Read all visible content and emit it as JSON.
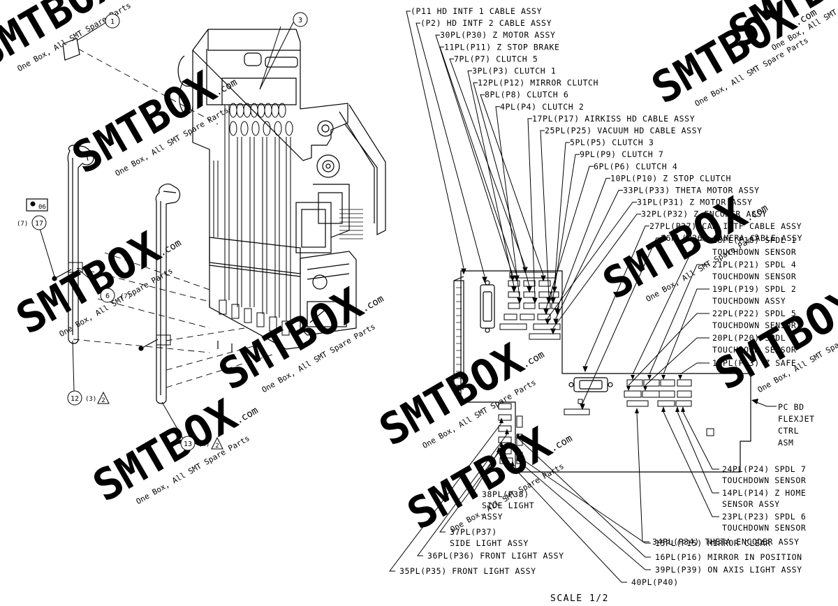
{
  "watermark": {
    "brand": "SMTBOX",
    "suffix": ".com",
    "tagline": "One Box, All SMT Spare Parts"
  },
  "exploded_view": {
    "balloons": [
      {
        "num": "1"
      },
      {
        "num": "3"
      },
      {
        "num": "17",
        "qty": "(7)"
      },
      {
        "num": "6",
        "qty": "(7)"
      },
      {
        "num": "12",
        "qty": "(3)",
        "note": "2"
      },
      {
        "num": "13",
        "qty": "(4)",
        "note": "2"
      }
    ],
    "part_tag": "06"
  },
  "connectors": [
    "(P11 HD INTF 1 CABLE ASSY",
    "(P2) HD INTF 2 CABLE ASSY",
    "30PL(P30) Z MOTOR ASSY",
    "11PL(P11) Z STOP BRAKE",
    "7PL(P7) CLUTCH 5",
    "3PL(P3) CLUTCH 1",
    "12PL(P12) MIRROR CLUTCH",
    "8PL(P8) CLUTCH 6",
    "4PL(P4) CLUTCH 2",
    "17PL(P17) AIRKISS HD CABLE ASSY",
    "25PL(P25) VACUUM HD CABLE ASSY",
    "5PL(P5) CLUTCH 3",
    "9PL(P9) CLUTCH 7",
    "6PL(P6) CLUTCH 4",
    "10PL(P10) Z STOP CLUTCH",
    "33PL(P33) THETA MOTOR ASSY",
    "31PL(P31) Z MOTOR ASSY",
    "32PL(P32) Z ENCODER ASSY",
    "27PL(P27) CAM INTF CABLE ASSY",
    "26PL(P26) CAMERA CABLE ASSY"
  ],
  "right_labels": [
    [
      "18PL(P18) SPDL 1",
      "TOUCHDOWN SENSOR"
    ],
    [
      "21PL(P21) SPDL 4",
      "TOUCHDOWN SENSOR"
    ],
    [
      "19PL(P19) SPDL 2",
      "TOUCHDOWN ASSY"
    ],
    [
      "22PL(P22) SPDL 5",
      "TOUCHDOWN SENSOR"
    ],
    [
      "20PL(P20) SPDL 3",
      "TOUCHDOWN SENSOR"
    ],
    [
      "13PL(P13) Z SAFE"
    ]
  ],
  "board_label": [
    "PC BD",
    "FLEXJET",
    "CTRL",
    "ASM"
  ],
  "lower_right_labels": [
    [
      "24PL(P24) SPDL 7",
      "TOUCHDOWN SENSOR"
    ],
    [
      "14PL(P14) Z HOME",
      "SENSOR ASSY"
    ],
    [
      "23PL(P23) SPDL 6",
      "TOUCHDOWN SENSOR"
    ],
    [
      "34PL(P34) THETA ENCODER ASSY"
    ]
  ],
  "bottom_labels": [
    [
      "38PL(P38)",
      "SIDE LIGHT",
      "ASSY"
    ],
    [
      "37PL(P37)",
      "SIDE LIGHT ASSY"
    ],
    [
      "36PL(P36) FRONT LIGHT ASSY"
    ],
    [
      "35PL(P35) FRONT LIGHT ASSY"
    ],
    [
      "15PL(P15) MIRROR CLEAR"
    ],
    [
      "16PL(P16) MIRROR IN POSITION"
    ],
    [
      "39PL(P39) ON AXIS LIGHT ASSY"
    ],
    [
      "40PL(P40)"
    ]
  ],
  "scale": "SCALE  1/2"
}
